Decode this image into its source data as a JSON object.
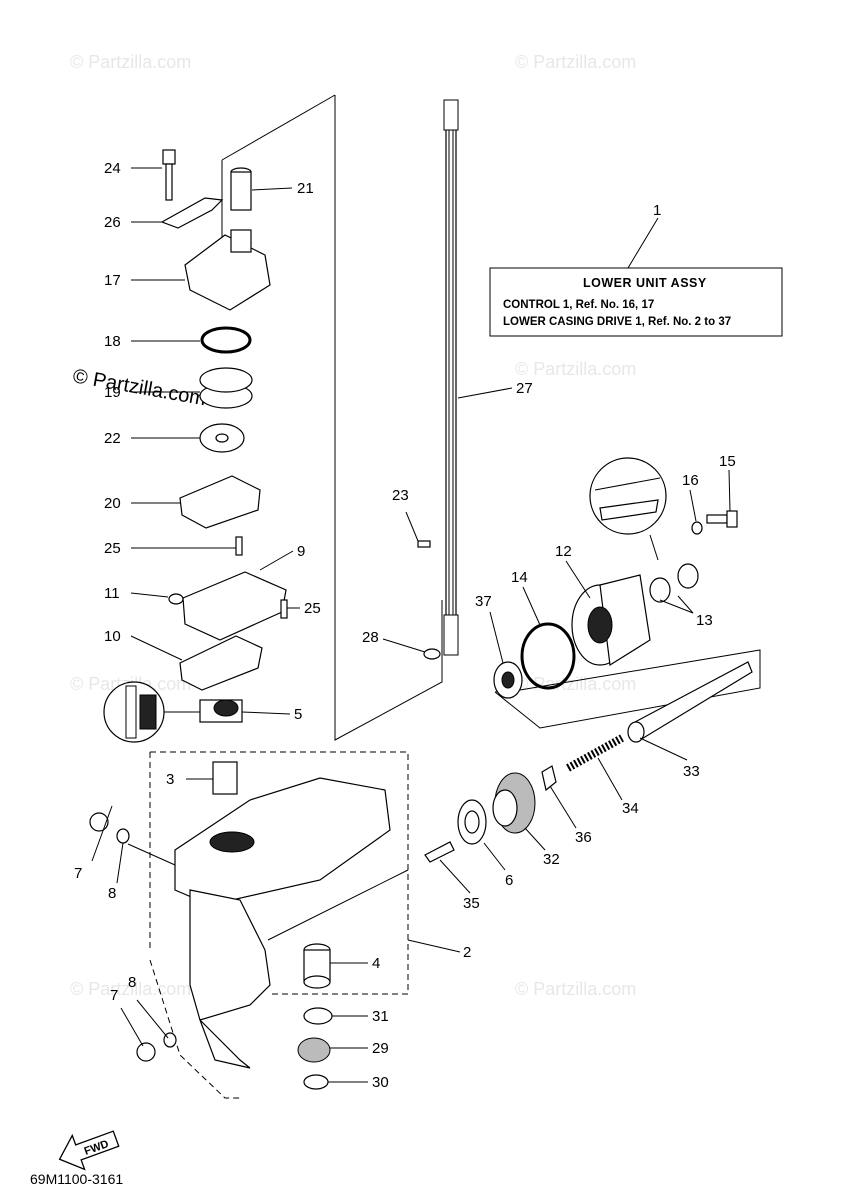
{
  "watermarks": {
    "text": "© Partzilla.com",
    "prominent": "© Partzilla.com"
  },
  "spec_box": {
    "callout": "1",
    "title": "LOWER UNIT ASSY",
    "line1": "CONTROL 1, Ref. No. 16, 17",
    "line2": "LOWER CASING DRIVE 1, Ref. No. 2 to 37"
  },
  "callouts": {
    "c24": "24",
    "c21": "21",
    "c26": "26",
    "c17": "17",
    "c18": "18",
    "c19": "19",
    "c22": "22",
    "c20": "20",
    "c25a": "25",
    "c9": "9",
    "c11": "11",
    "c25b": "25",
    "c10": "10",
    "c5": "5",
    "c3": "3",
    "c7a": "7",
    "c8a": "8",
    "c27": "27",
    "c23": "23",
    "c28": "28",
    "c15": "15",
    "c16": "16",
    "c12": "12",
    "c14": "14",
    "c37": "37",
    "c13": "13",
    "c33": "33",
    "c34": "34",
    "c36": "36",
    "c32": "32",
    "c6": "6",
    "c35": "35",
    "c2": "2",
    "c4": "4",
    "c8b": "8",
    "c7b": "7",
    "c31": "31",
    "c29": "29",
    "c30": "30"
  },
  "fwd_label": "FWD",
  "diagram_code": "69M1100-3161"
}
